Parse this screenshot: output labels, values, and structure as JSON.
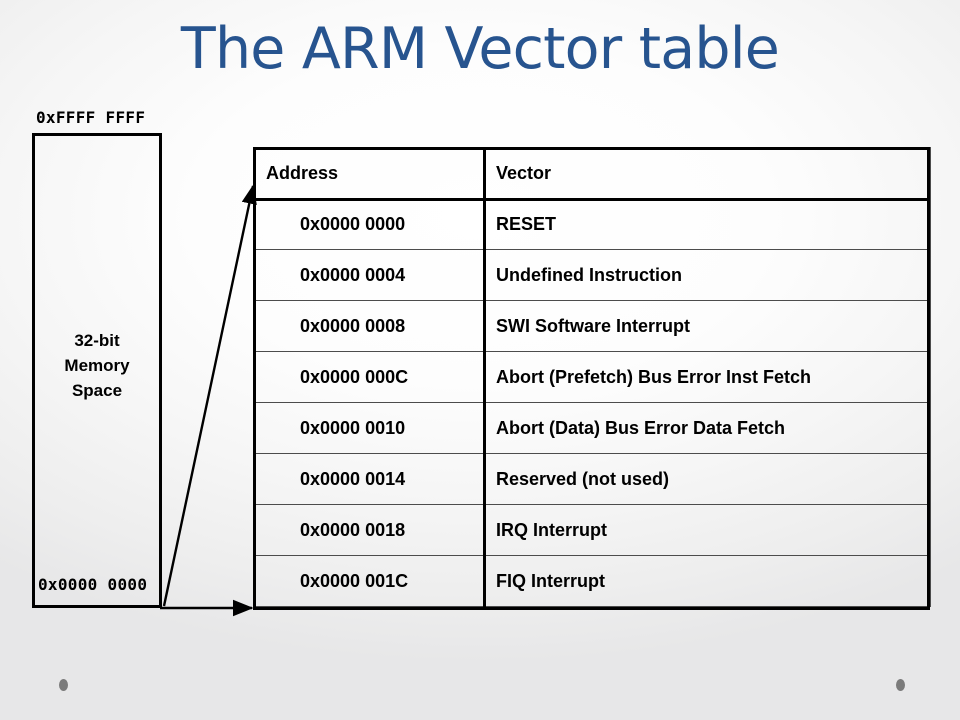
{
  "slide": {
    "title": "The ARM Vector table",
    "title_color": "#27548f",
    "background_color": "#f2f2f2"
  },
  "memory_diagram": {
    "top_address_label": "0xFFFF FFFF",
    "bottom_address_label": "0x0000 0000",
    "box_label_line1": "32-bit",
    "box_label_line2": "Memory",
    "box_label_line3": "Space",
    "box_label": "32-bit\nMemory\nSpace",
    "border_color": "#000000",
    "arrow_upper_name": "arrow-to-vector-table-top",
    "arrow_lower_name": "arrow-to-vector-table-bottom"
  },
  "vector_table": {
    "columns": [
      "Address",
      "Vector"
    ],
    "rows": [
      {
        "address": "0x0000 0000",
        "vector": "RESET"
      },
      {
        "address": "0x0000 0004",
        "vector": "Undefined Instruction"
      },
      {
        "address": "0x0000 0008",
        "vector": "SWI Software Interrupt"
      },
      {
        "address": "0x0000 000C",
        "vector": "Abort (Prefetch) Bus Error Inst Fetch"
      },
      {
        "address": "0x0000 0010",
        "vector": "Abort (Data) Bus Error Data Fetch"
      },
      {
        "address": "0x0000 0014",
        "vector": "Reserved (not used)"
      },
      {
        "address": "0x0000 0018",
        "vector": "IRQ Interrupt"
      },
      {
        "address": "0x0000 001C",
        "vector": "FIQ Interrupt"
      }
    ],
    "border_color": "#000000",
    "inner_line_color": "#4c4c4c"
  },
  "decoration": {
    "dot_color": "#7b7b7b",
    "dot_count": 2
  }
}
